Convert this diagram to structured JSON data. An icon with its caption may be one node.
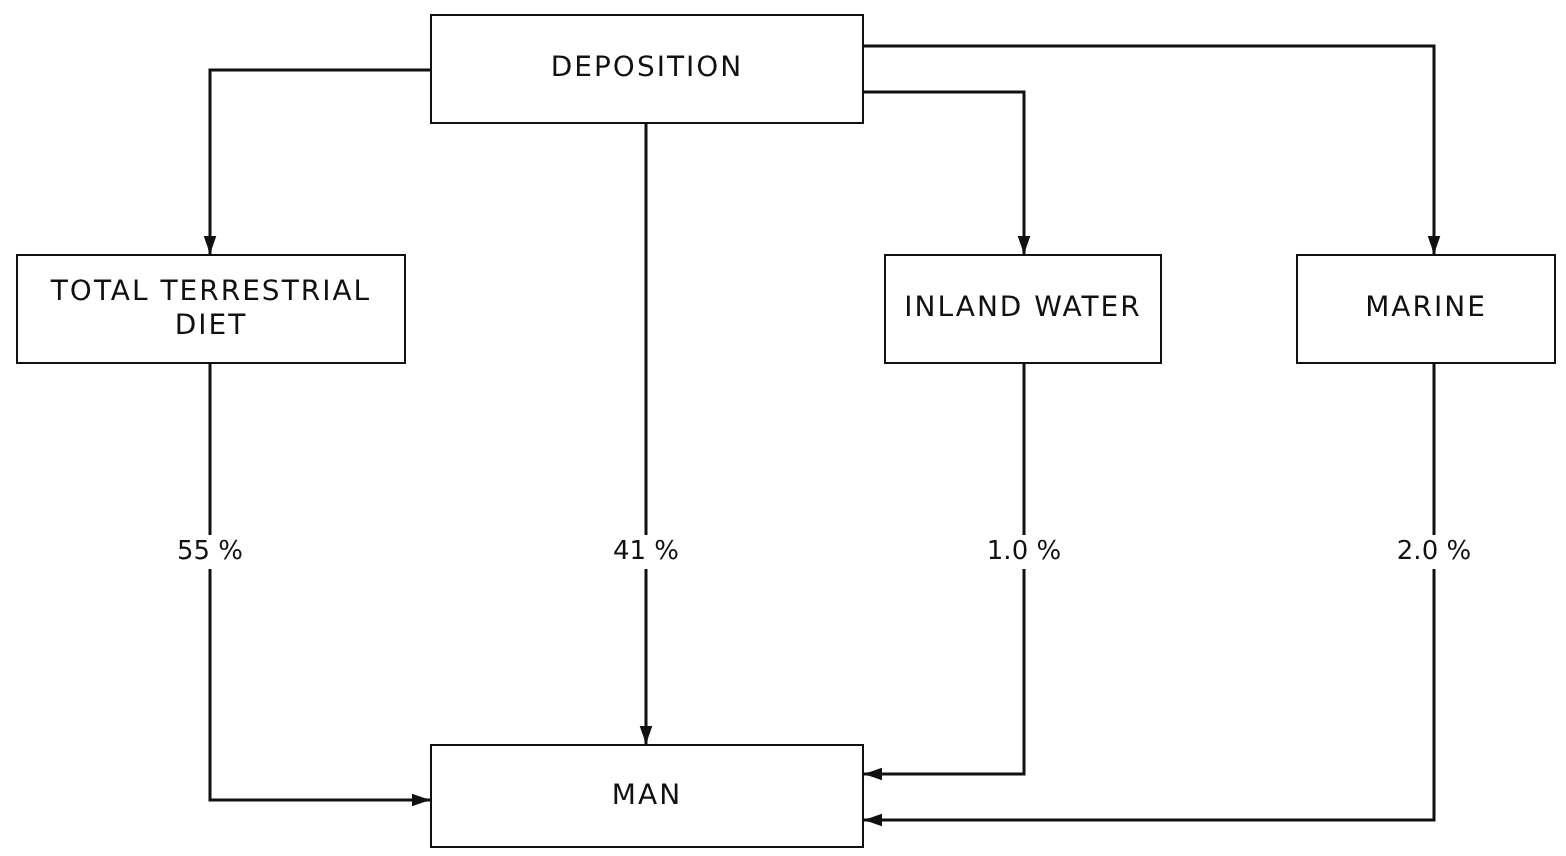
{
  "diagram": {
    "nodes": [
      {
        "text": [
          "DEPOSITION"
        ]
      },
      {
        "text": [
          "TOTAL TERRESTRIAL DIET"
        ]
      },
      {
        "text": [
          "INLAND WATER"
        ]
      },
      {
        "text": [
          "MARINE"
        ]
      },
      {
        "text": [
          "MAN"
        ]
      }
    ],
    "edges": [
      {
        "from": 0,
        "to": 1,
        "arrow": "to"
      },
      {
        "from": 0,
        "to": 4,
        "arrow": "to",
        "label": "41 %"
      },
      {
        "from": 0,
        "to": 2,
        "arrow": "to"
      },
      {
        "from": 0,
        "to": 3,
        "arrow": "to"
      },
      {
        "from": 1,
        "to": 4,
        "arrow": "to",
        "label": "55 %"
      },
      {
        "from": 2,
        "to": 4,
        "arrow": "to",
        "label": "1.0 %"
      },
      {
        "from": 3,
        "to": 4,
        "arrow": "to",
        "label": "2.0 %"
      }
    ]
  }
}
